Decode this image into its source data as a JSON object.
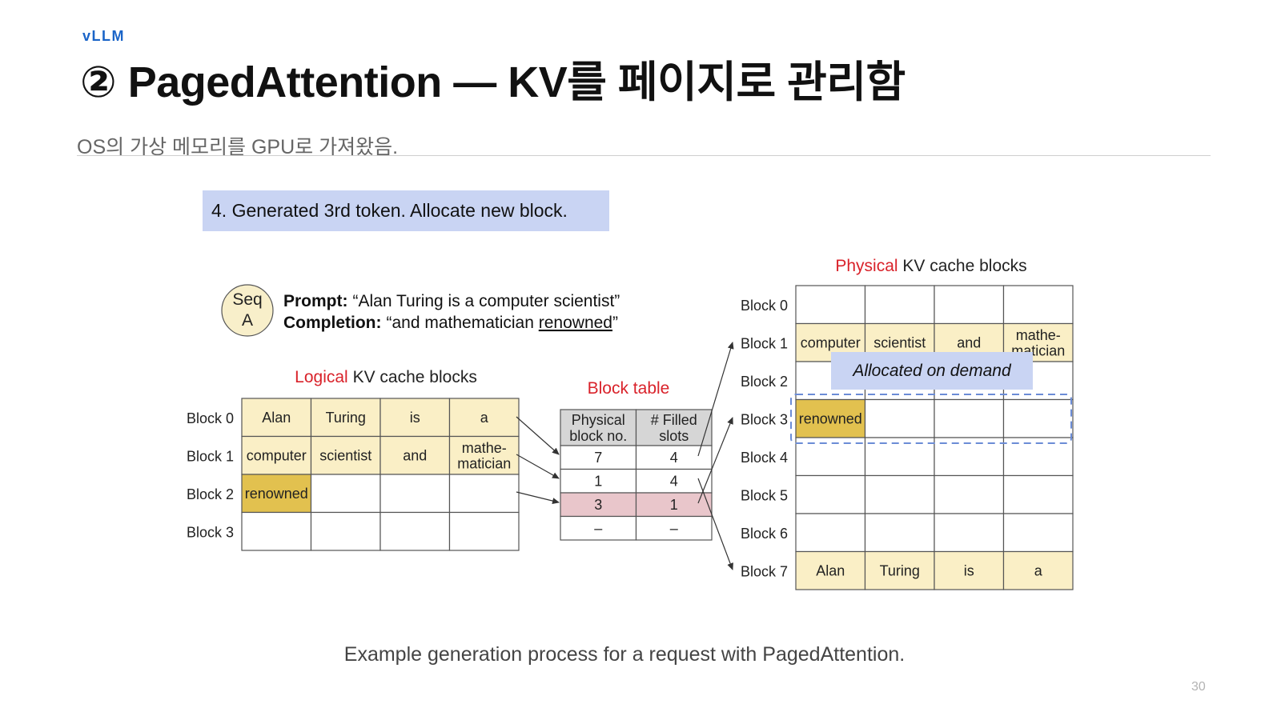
{
  "brand": "vLLM",
  "title": "② PagedAttention — KV를 페이지로 관리함",
  "subtitle": "OS의 가상 메모리를 GPU로 가져왔음.",
  "step_banner": "4. Generated 3rd token. Allocate new block.",
  "seq_badge": {
    "line1": "Seq",
    "line2": "A"
  },
  "prompt": {
    "prompt_label": "Prompt:",
    "prompt_text": "“Alan Turing is a computer scientist”",
    "completion_label": "Completion:",
    "completion_text_before": "“and mathematician ",
    "completion_text_underlined": "renowned",
    "completion_text_after": "”"
  },
  "logical": {
    "title_highlight": "Logical",
    "title_rest": " KV cache blocks",
    "row_labels": [
      "Block 0",
      "Block 1",
      "Block 2",
      "Block 3"
    ],
    "cells": [
      [
        "Alan",
        "Turing",
        "is",
        "a"
      ],
      [
        "computer",
        "scientist",
        "and",
        "mathe-|matician"
      ],
      [
        "renowned",
        "",
        "",
        ""
      ],
      [
        "",
        "",
        "",
        ""
      ]
    ]
  },
  "block_table": {
    "title": "Block table",
    "headers": [
      "Physical|block no.",
      "# Filled|slots"
    ],
    "rows": [
      [
        "7",
        "4"
      ],
      [
        "1",
        "4"
      ],
      [
        "3",
        "1"
      ],
      [
        "–",
        "–"
      ]
    ]
  },
  "physical": {
    "title_highlight": "Physical",
    "title_rest": " KV cache blocks",
    "row_labels": [
      "Block 0",
      "Block 1",
      "Block 2",
      "Block 3",
      "Block 4",
      "Block 5",
      "Block 6",
      "Block 7"
    ],
    "cells": [
      [
        "",
        "",
        "",
        ""
      ],
      [
        "computer",
        "scientist",
        "and",
        "mathe-|matician"
      ],
      [
        "",
        "",
        "",
        ""
      ],
      [
        "renowned",
        "",
        "",
        ""
      ],
      [
        "",
        "",
        "",
        ""
      ],
      [
        "",
        "",
        "",
        ""
      ],
      [
        "",
        "",
        "",
        ""
      ],
      [
        "Alan",
        "Turing",
        "is",
        "a"
      ]
    ],
    "callout": "Allocated on demand"
  },
  "colors": {
    "accent_red": "#d9222a",
    "filled_cell": "#faefc6",
    "new_token_cell": "#e2c14f",
    "table_header": "#d6d6d6",
    "highlight_row": "#e9c6cb",
    "callout_bg": "#c9d4f3",
    "dashed_outline": "#6b8cd6",
    "brand": "#1a64c8"
  },
  "caption": "Example generation process for a request with PagedAttention.",
  "page_number": "30"
}
